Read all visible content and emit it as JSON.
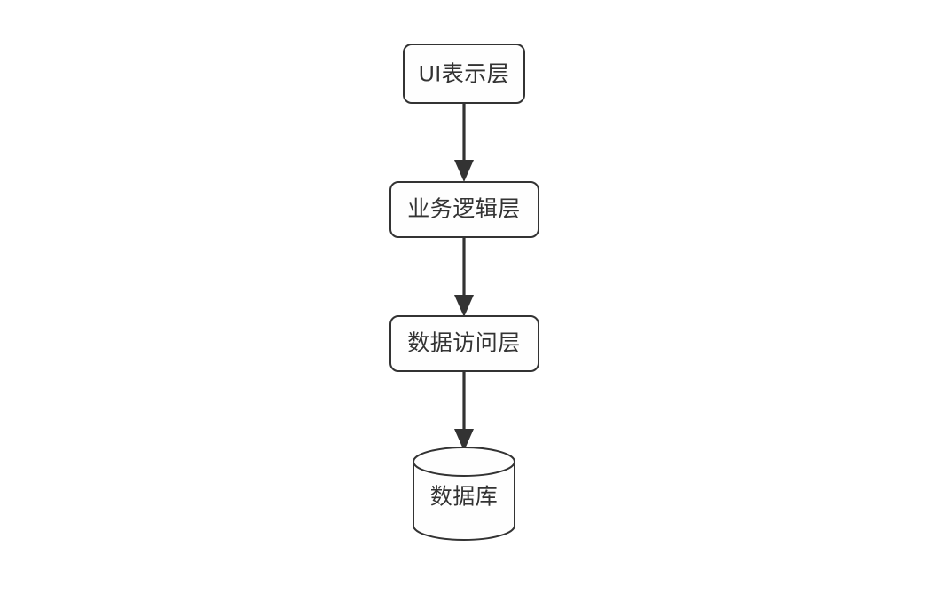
{
  "diagram": {
    "type": "flowchart",
    "direction": "top-to-bottom",
    "background_color": "#ffffff",
    "node_fill_color": "#fefefe",
    "node_stroke_color": "#333333",
    "text_color": "#333333",
    "edge_color": "#333333",
    "nodes": [
      {
        "id": "ui-layer",
        "label": "UI表示层",
        "shape": "rounded-rectangle"
      },
      {
        "id": "business-logic-layer",
        "label": "业务逻辑层",
        "shape": "rounded-rectangle"
      },
      {
        "id": "data-access-layer",
        "label": "数据访问层",
        "shape": "rounded-rectangle"
      },
      {
        "id": "database",
        "label": "数据库",
        "shape": "cylinder"
      }
    ],
    "edges": [
      {
        "id": "edge-ui-to-business",
        "from": "ui-layer",
        "to": "business-logic-layer",
        "label": "",
        "arrow": "filled-triangle"
      },
      {
        "id": "edge-business-to-data",
        "from": "business-logic-layer",
        "to": "data-access-layer",
        "label": "",
        "arrow": "filled-triangle"
      },
      {
        "id": "edge-data-to-database",
        "from": "data-access-layer",
        "to": "database",
        "label": "",
        "arrow": "filled-triangle"
      }
    ]
  }
}
